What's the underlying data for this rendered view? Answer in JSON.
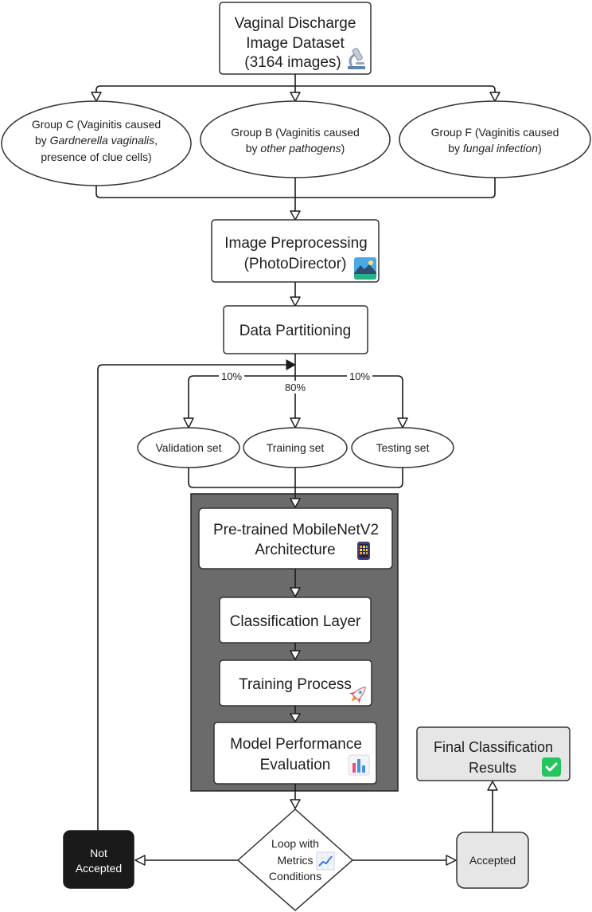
{
  "nodes": {
    "dataset": {
      "line1": "Vaginal Discharge",
      "line2": "Image Dataset",
      "line3": "(3164 images)",
      "icon": "microscope-icon"
    },
    "group_c": {
      "line1": "Group C (Vaginitis caused",
      "line2_pre": "by ",
      "line2_italic": "Gardnerella vaginalis",
      "line2_post": ",",
      "line3": "presence of clue cells)"
    },
    "group_b": {
      "line1": "Group B (Vaginitis caused",
      "line2_pre": "by ",
      "line2_italic": "other pathogens",
      "line2_post": ")"
    },
    "group_f": {
      "line1": "Group F (Vaginitis caused",
      "line2_pre": "by ",
      "line2_italic": "fungal infection",
      "line2_post": ")"
    },
    "preprocessing": {
      "line1": "Image Preprocessing",
      "line2": "(PhotoDirector)",
      "icon": "photo-icon"
    },
    "partitioning": {
      "label": "Data Partitioning"
    },
    "split": {
      "validation_pct": "10%",
      "training_pct": "80%",
      "testing_pct": "10%"
    },
    "sets": {
      "validation": "Validation set",
      "training": "Training set",
      "testing": "Testing set"
    },
    "mobilenet": {
      "line1": "Pre-trained MobileNetV2",
      "line2": "Architecture",
      "icon": "mobile-phone-icon"
    },
    "classification_layer": {
      "label": "Classification Layer"
    },
    "training_process": {
      "label": "Training Process",
      "icon": "rocket-icon"
    },
    "evaluation": {
      "line1": "Model Performance",
      "line2": "Evaluation",
      "icon": "bar-chart-icon"
    },
    "decision": {
      "line1": "Loop with",
      "line2": "Metrics",
      "line3": "Conditions",
      "icon": "line-chart-icon"
    },
    "not_accepted": {
      "line1": "Not",
      "line2": "Accepted"
    },
    "accepted": {
      "label": "Accepted"
    },
    "final": {
      "line1": "Final Classification",
      "line2": "Results",
      "icon": "check-mark-icon"
    }
  },
  "colors": {
    "model_container": "#6b6b6b",
    "not_accepted_fill": "#1a1a1a",
    "accepted_fill": "#e6e6e6",
    "final_fill": "#e6e6e6",
    "stroke": "#1a1a1a"
  }
}
